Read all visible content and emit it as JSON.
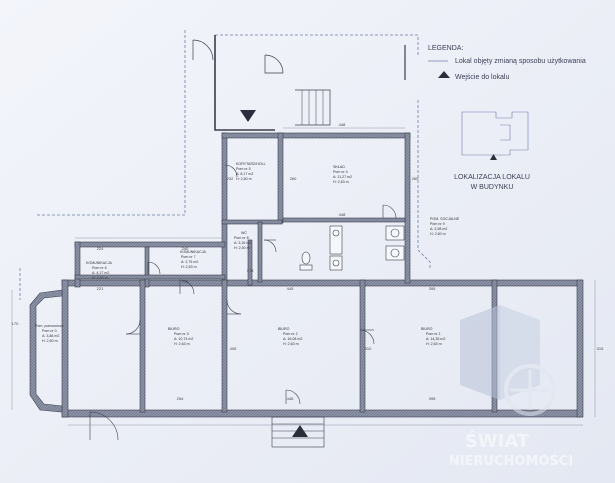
{
  "legend": {
    "title": "LEGENDA:",
    "line_item": "Lokal objęty zmianą sposobu użytkowania",
    "entrance_item": "Wejście do lokalu"
  },
  "location": {
    "title_line1": "LOKALIZACJA LOKALU",
    "title_line2": "W BUDYNKU"
  },
  "rooms": [
    {
      "name": "KORYTARZ/HOLL",
      "no": "Pom nr 5",
      "area": "A: 8,17 m2",
      "height": "H: 2,60 m"
    },
    {
      "name": "SKŁAD",
      "no": "Pom nr 4",
      "area": "A: 11,27 m2",
      "height": "H: 2,63 m"
    },
    {
      "name": "WC",
      "no": "Pom nr 8",
      "area": "A: 3,16 m2",
      "height": "H: 2,50 m"
    },
    {
      "name": "POM. SOCJALNE",
      "no": "Pom nr 9",
      "area": "A: 2,98 m2",
      "height": "H: 2,60 m"
    },
    {
      "name": "KOMUNIKACJA",
      "no": "Pom nr 6",
      "area": "A: 4,17 m2",
      "height": "H: 2,63 m"
    },
    {
      "name": "KOMUNIKACJA",
      "no": "Pom nr 7",
      "area": "A: 2,75 m2",
      "height": "H: 2,63 m"
    },
    {
      "name": "Pom. pomocnicze",
      "no": "Pom nr 0",
      "area": "A: 3,88 m2",
      "height": "H: 2,60 m"
    },
    {
      "name": "BIURO",
      "no": "Pom nr 3",
      "area": "A: 10,74 m2",
      "height": "H: 2,63 m"
    },
    {
      "name": "BIURO",
      "no": "Pom nr 2",
      "area": "A: 16,08 m2",
      "height": "H: 2,63 m"
    },
    {
      "name": "BIURO",
      "no": "Pom nr 1",
      "area": "A: 14,35 m2",
      "height": "H: 2,63 m"
    }
  ],
  "dims": {
    "d448": "448",
    "d232": "232",
    "d224": "224",
    "d240": "240",
    "d221": "221",
    "d216": "216",
    "d178": "178",
    "d315": "315",
    "d260": "260",
    "d445": "445",
    "d395": "395",
    "d254": "254",
    "d310": "310",
    "d170": "170",
    "d405": "405"
  },
  "watermark": {
    "line1": "ŚWIAT",
    "line2": "NIERUCHOMOŚCI"
  }
}
